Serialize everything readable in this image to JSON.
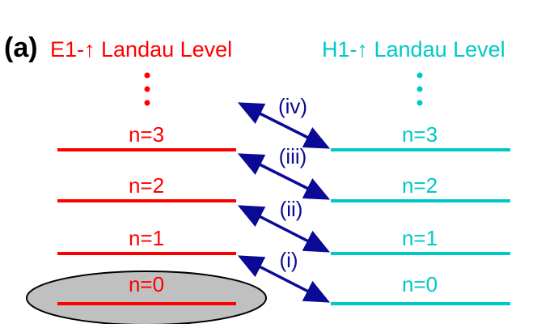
{
  "panel_label": "(a)",
  "left_header": "E1-↑ Landau Level",
  "right_header": "H1-↑ Landau Level",
  "left_levels": [
    "n=3",
    "n=2",
    "n=1",
    "n=0"
  ],
  "right_levels": [
    "n=3",
    "n=2",
    "n=1",
    "n=0"
  ],
  "transitions": [
    "(iv)",
    "(iii)",
    "(ii)",
    "(i)"
  ],
  "colors": {
    "e1": "#ff0000",
    "h1": "#00c8c8",
    "arrow": "#0a0a96",
    "occupied_fill": "#c0c0c0",
    "text": "#000000"
  }
}
